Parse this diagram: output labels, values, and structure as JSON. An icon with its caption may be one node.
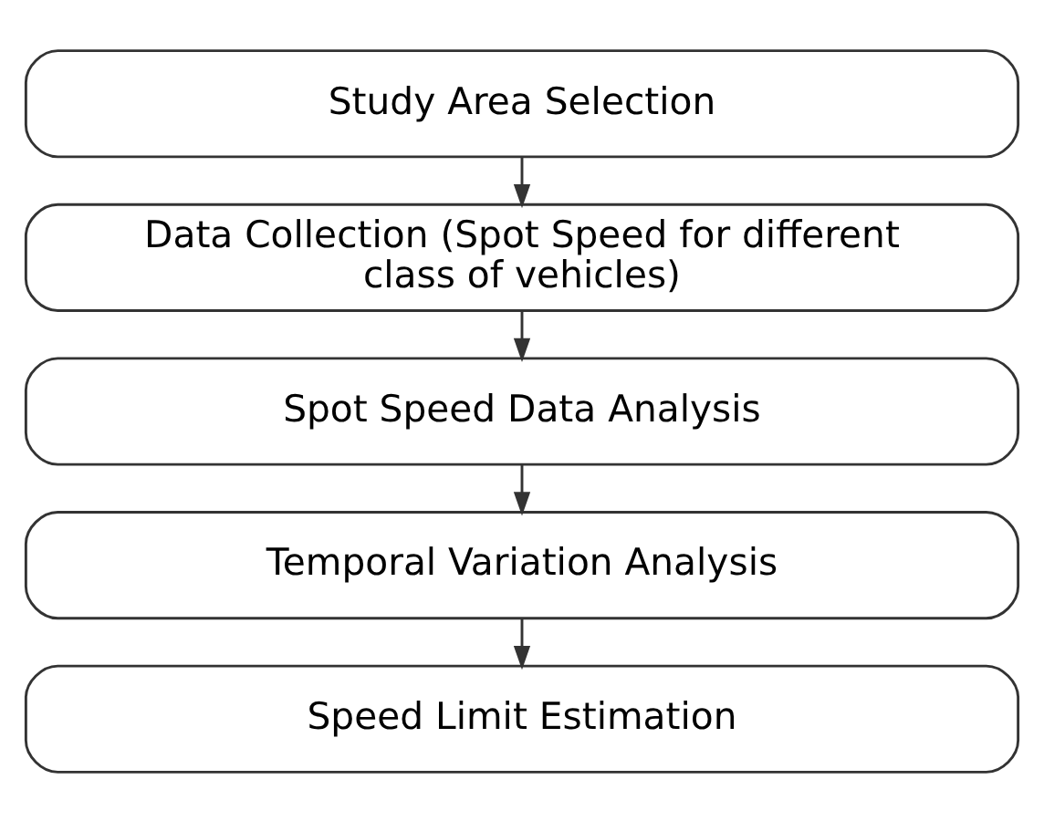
{
  "diagram": {
    "nodes": [
      {
        "text": [
          "Study Area Selection"
        ]
      },
      {
        "text": [
          "Data Collection (Spot Speed for different class of vehicles)"
        ]
      },
      {
        "text": [
          "Spot Speed Data Analysis"
        ]
      },
      {
        "text": [
          "Temporal Variation Analysis"
        ]
      },
      {
        "text": [
          "Speed Limit Estimation"
        ]
      }
    ],
    "edges": [
      {
        "from": 0,
        "to": 1,
        "arrow": "to"
      },
      {
        "from": 1,
        "to": 2,
        "arrow": "to"
      },
      {
        "from": 2,
        "to": 3,
        "arrow": "to"
      },
      {
        "from": 3,
        "to": 4,
        "arrow": "to"
      }
    ]
  }
}
